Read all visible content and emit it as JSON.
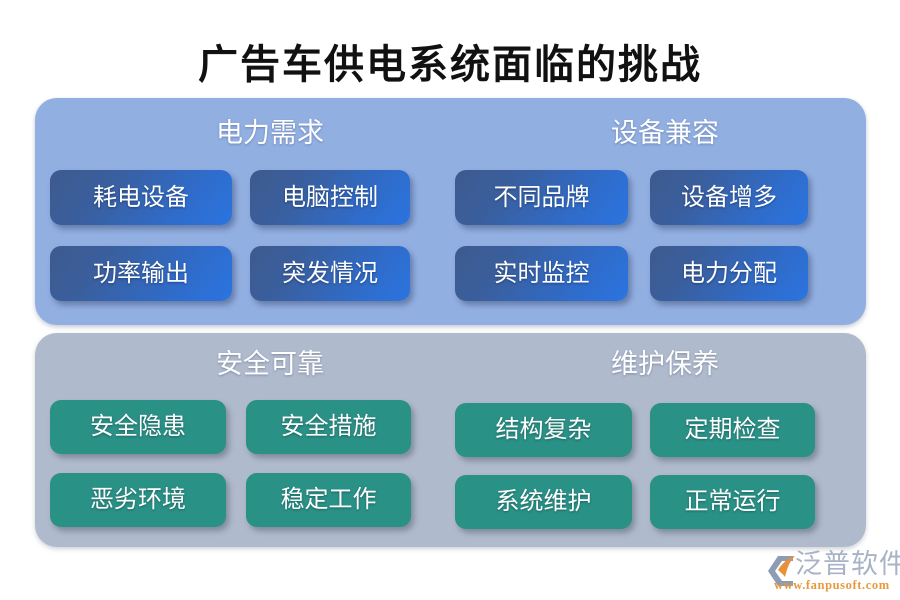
{
  "slide": {
    "title": "广告车供电系统面临的挑战",
    "background_color": "#ffffff"
  },
  "panels": [
    {
      "id": "challenges-top",
      "background_color": "#92afe2",
      "chip_style": "blue-gradient",
      "chip_color_from": "#3e5a8e",
      "chip_color_to": "#2b74e0",
      "groups": [
        {
          "heading": "电力需求",
          "items": [
            "耗电设备",
            "电脑控制",
            "功率输出",
            "突发情况"
          ]
        },
        {
          "heading": "设备兼容",
          "items": [
            "不同品牌",
            "设备增多",
            "实时监控",
            "电力分配"
          ]
        }
      ]
    },
    {
      "id": "challenges-bottom",
      "background_color": "#b0bacd",
      "chip_style": "green-solid",
      "chip_color": "#2a9187",
      "groups": [
        {
          "heading": "安全可靠",
          "items": [
            "安全隐患",
            "安全措施",
            "恶劣环境",
            "稳定工作"
          ]
        },
        {
          "heading": "维护保养",
          "items": [
            "结构复杂",
            "定期检查",
            "系统维护",
            "正常运行"
          ]
        }
      ]
    }
  ],
  "logo": {
    "icon": "fanpu-logo-icon",
    "wordmark": "泛普软件",
    "url": "www.fanpusoft.com",
    "wordmark_color": "#a8b3c6",
    "url_color": "#e79a3c",
    "mark_color": "#8d9cb5",
    "accent_color": "#e8913a"
  }
}
